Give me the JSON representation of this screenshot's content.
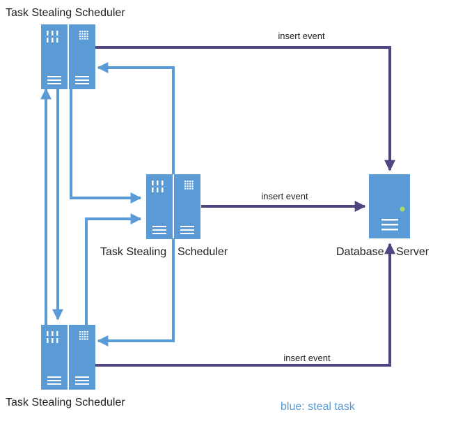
{
  "colors": {
    "steal": "#5b9bd5",
    "insert": "#4f4681",
    "server_fill": "#5b9bd5",
    "server_detail": "#ffffff",
    "indicator": "#a6d96a"
  },
  "nodes": {
    "scheduler_top": {
      "label": "Task Stealing Scheduler",
      "icon": "server-rack-icon"
    },
    "scheduler_middle": {
      "label_left": "Task Stealing",
      "label_right": "Scheduler",
      "icon": "server-rack-icon"
    },
    "scheduler_bottom": {
      "label": "Task Stealing Scheduler",
      "icon": "server-rack-icon"
    },
    "database": {
      "label_left": "Database",
      "label_right": "Server",
      "icon": "database-server-icon"
    }
  },
  "edges": {
    "top_insert": {
      "label": "insert event"
    },
    "middle_insert": {
      "label": "insert event"
    },
    "bottom_insert": {
      "label": "insert event"
    }
  },
  "legend": {
    "text": "blue: steal task"
  }
}
